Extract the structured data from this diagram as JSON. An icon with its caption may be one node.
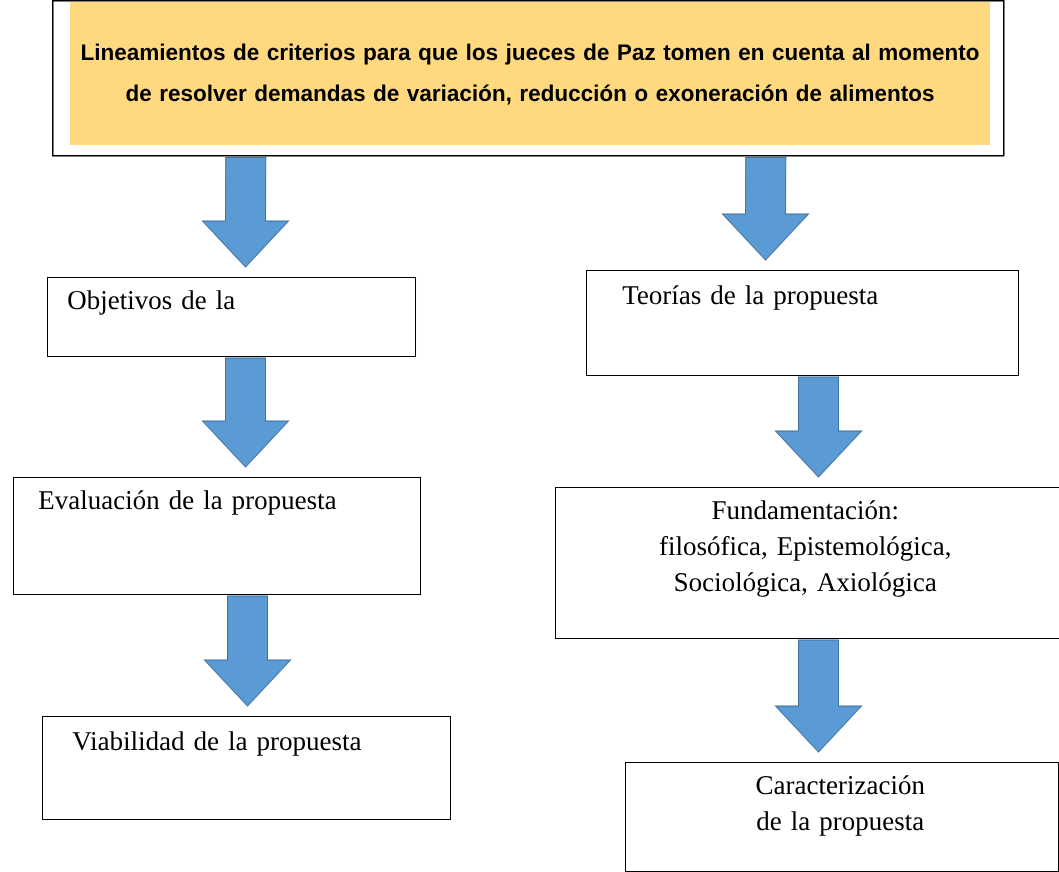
{
  "diagram": {
    "nodes": [
      {
        "text": [
          "Lineamientos de criterios para que los jueces de Paz tomen en cuenta al momento de resolver demandas de variación, reducción o exoneración de alimentos"
        ]
      },
      {
        "text": [
          "Objetivos de la"
        ]
      },
      {
        "text": [
          "Evaluación de la propuesta"
        ]
      },
      {
        "text": [
          "Viabilidad de la propuesta"
        ]
      },
      {
        "text": [
          "Teorías de la propuesta"
        ]
      },
      {
        "text": [
          "Fundamentación: filosófica, Epistemológica, Sociológica, Axiológica"
        ]
      },
      {
        "text": [
          "Caracterización de la propuesta"
        ]
      }
    ],
    "edges": [
      {
        "from": 0,
        "to": 1,
        "arrow": "to"
      },
      {
        "from": 1,
        "to": 2,
        "arrow": "to"
      },
      {
        "from": 2,
        "to": 3,
        "arrow": "to"
      },
      {
        "from": 0,
        "to": 4,
        "arrow": "to"
      },
      {
        "from": 4,
        "to": 5,
        "arrow": "to"
      },
      {
        "from": 5,
        "to": 6,
        "arrow": "to"
      }
    ]
  }
}
